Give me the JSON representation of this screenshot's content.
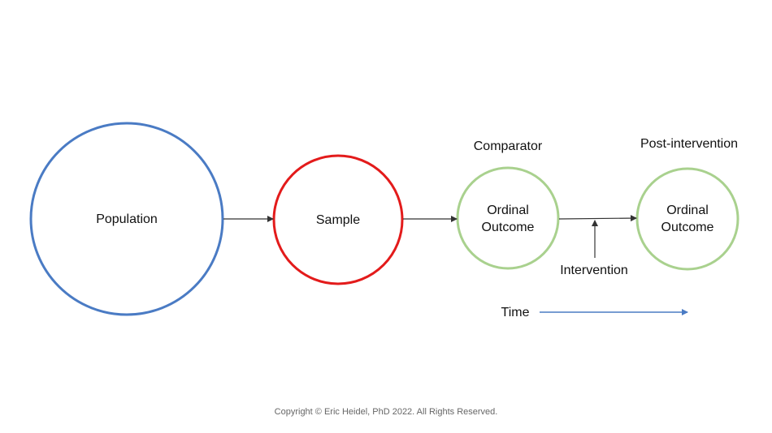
{
  "nodes": {
    "population": {
      "label": "Population",
      "stroke": "#4a7bc4"
    },
    "sample": {
      "label": "Sample",
      "stroke": "#e31b1b"
    },
    "comparator": {
      "label_line1": "Ordinal",
      "label_line2": "Outcome",
      "stroke": "#a9d18e"
    },
    "post_intervention": {
      "label_line1": "Ordinal",
      "label_line2": "Outcome",
      "stroke": "#a9d18e"
    }
  },
  "headings": {
    "comparator": "Comparator",
    "post_intervention": "Post-intervention"
  },
  "annotations": {
    "intervention": "Intervention",
    "time": "Time"
  },
  "colors": {
    "arrow": "#333333",
    "time_arrow": "#4a7bc4"
  },
  "footer": {
    "copyright": "Copyright © Eric Heidel, PhD 2022. All Rights Reserved."
  }
}
